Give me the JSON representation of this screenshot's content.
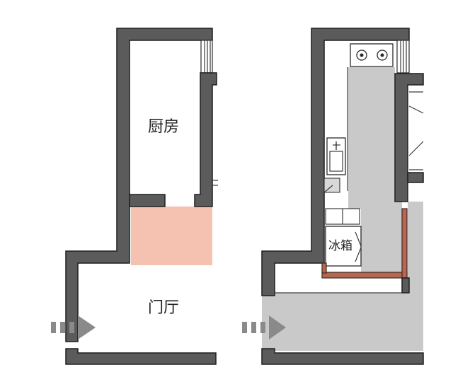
{
  "labels": {
    "kitchen": "厨房",
    "entrance": "门厅",
    "fridge": "冰箱"
  },
  "icons": {
    "left_arrow": "entry-arrow-icon",
    "right_arrow": "entry-arrow-icon",
    "stove": "stove-icon",
    "sink": "sink-icon"
  },
  "colors": {
    "wall": "#5b5b5b",
    "highlight": "#f5c1b1",
    "floor": "#c9c9c9",
    "new_wall": "#b8674f",
    "arrow": "#8a8a8a"
  }
}
